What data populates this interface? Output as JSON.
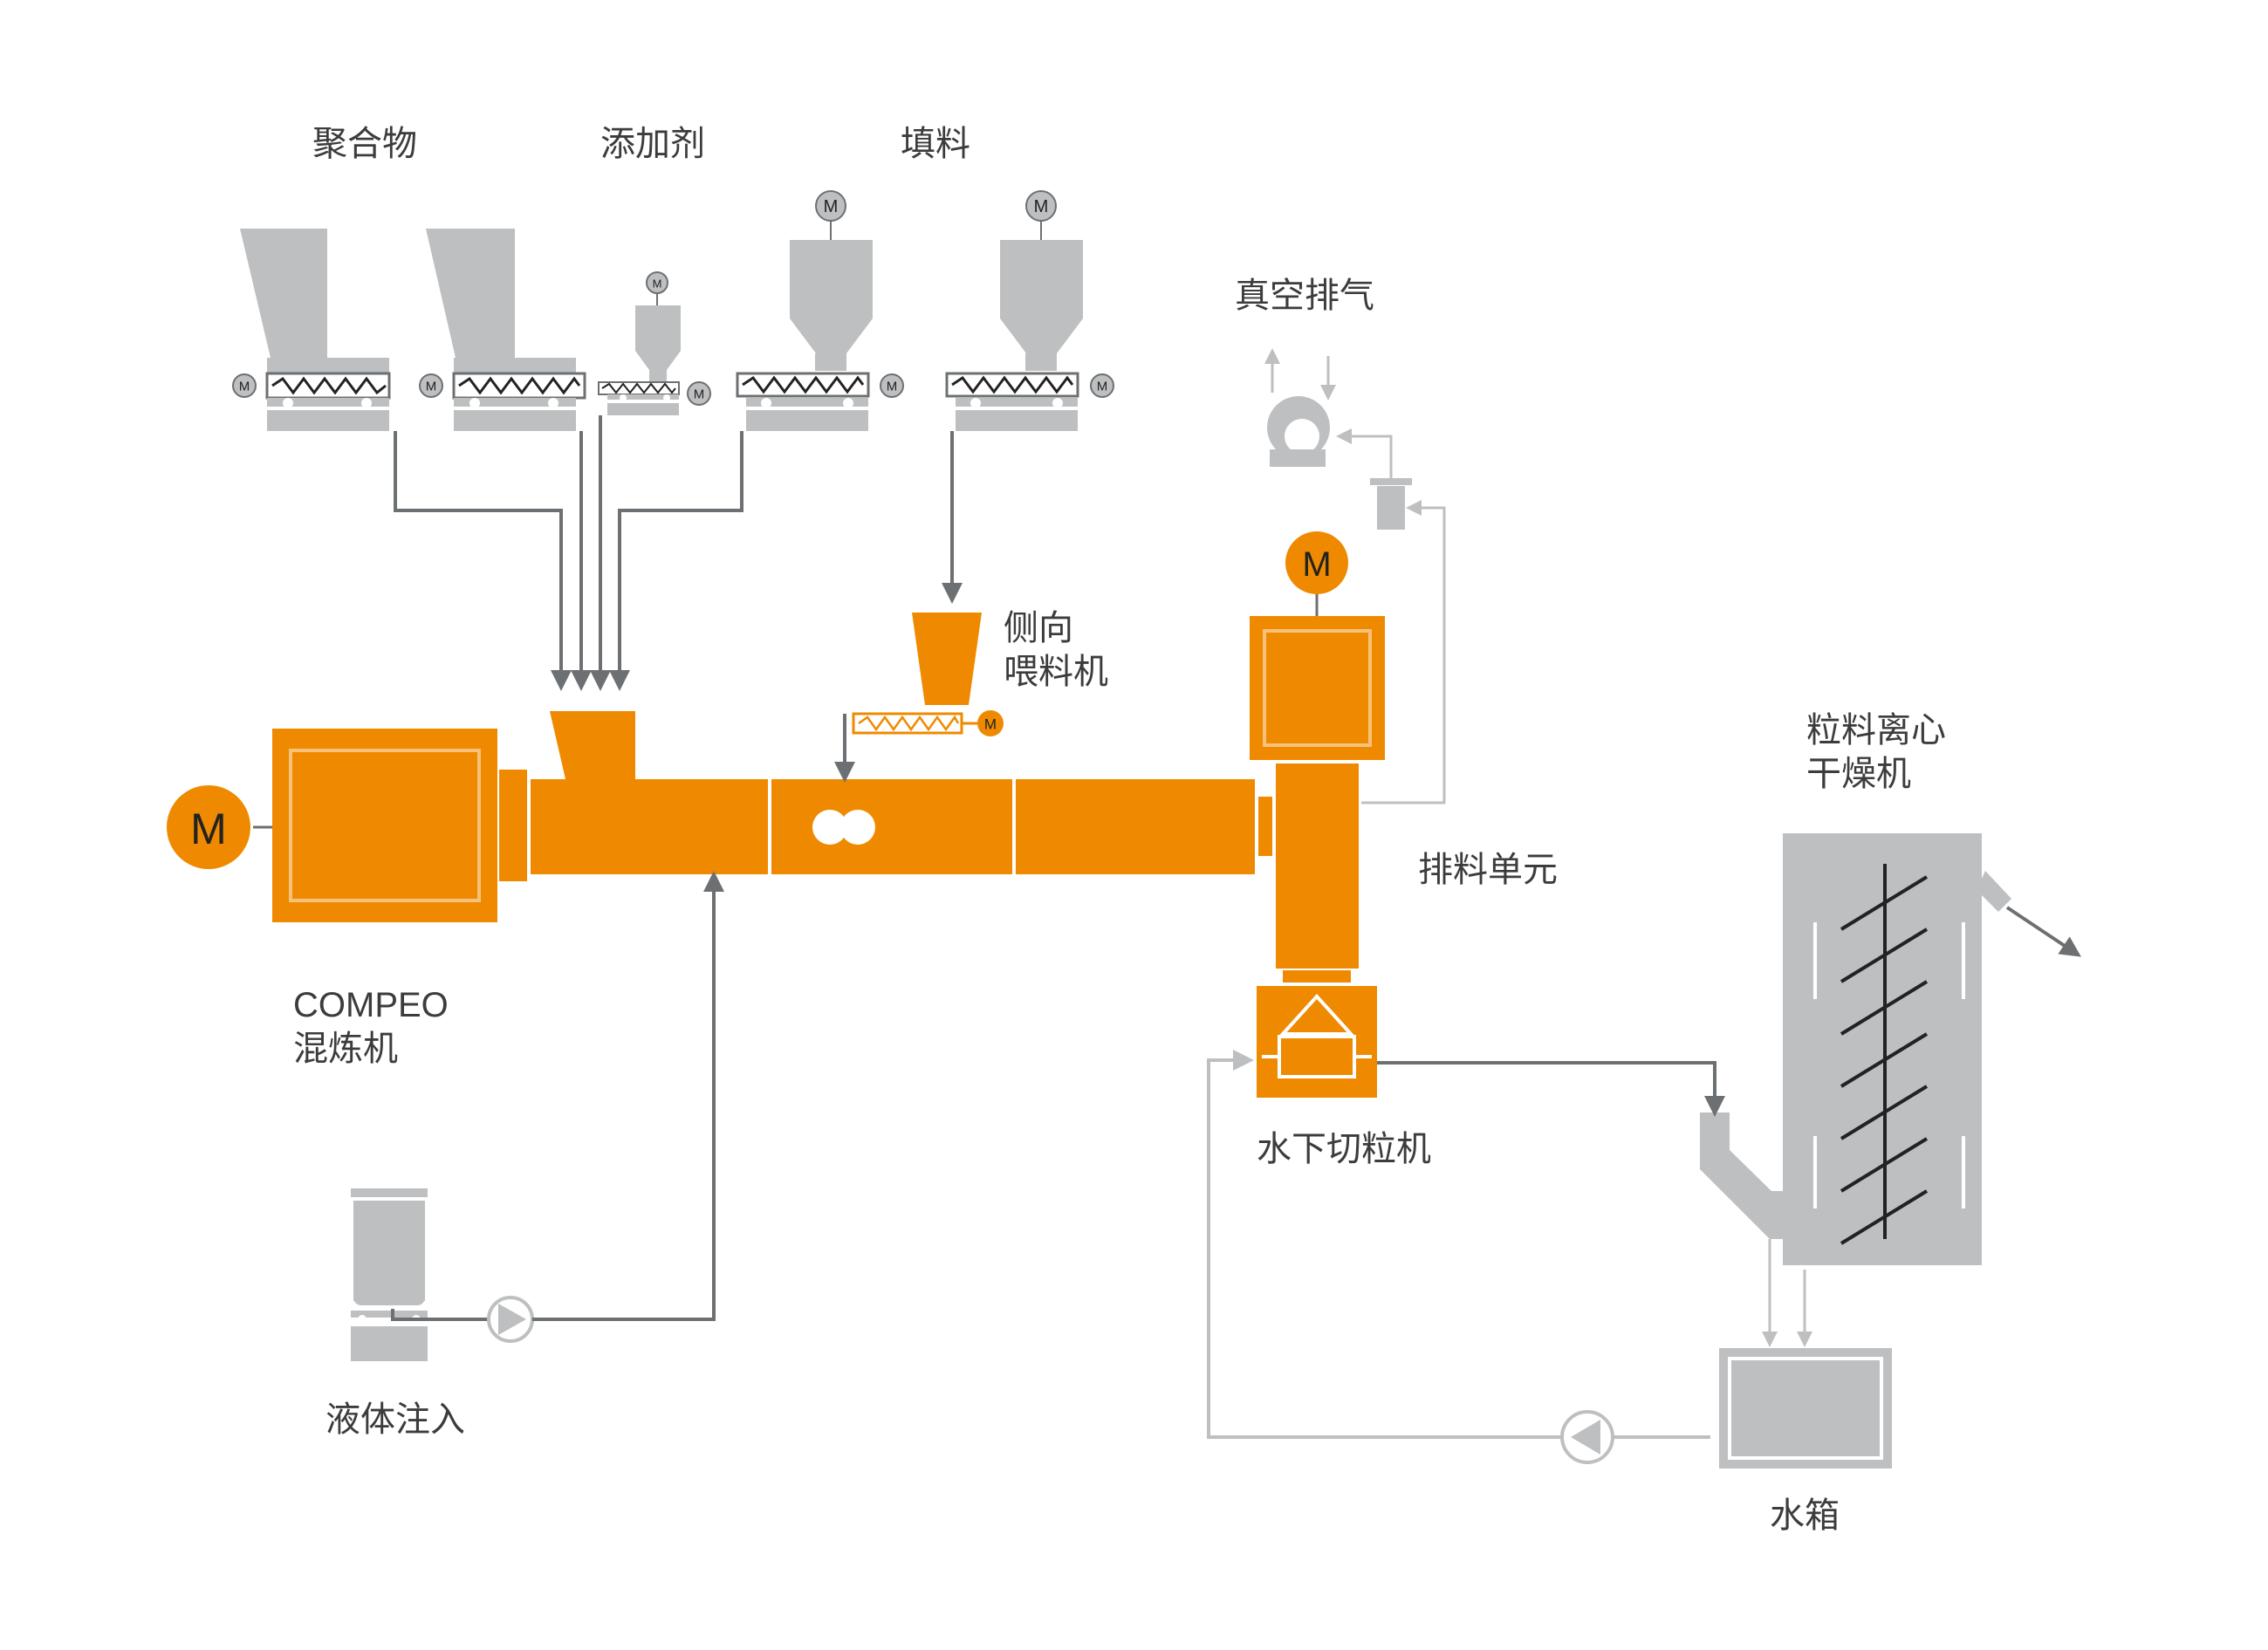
{
  "labels": {
    "polymer": "聚合物",
    "additive": "添加剂",
    "filler": "填料",
    "vacuum": "真空排气",
    "side_feeder_line1": "侧向",
    "side_feeder_line2": "喂料机",
    "compeo_line1": "COMPEO",
    "compeo_line2": "混炼机",
    "discharge": "排料单元",
    "dryer_line1": "粒料离心",
    "dryer_line2": "干燥机",
    "underwater": "水下切粒机",
    "liquid": "液体注入",
    "tank": "水箱"
  },
  "motor_label": "M",
  "colors": {
    "orange": "#ef8a00",
    "gray": "#bdbfc1",
    "line_dark": "#6d7073",
    "line_light": "#bdbfc1",
    "text": "#3c3c3c"
  }
}
